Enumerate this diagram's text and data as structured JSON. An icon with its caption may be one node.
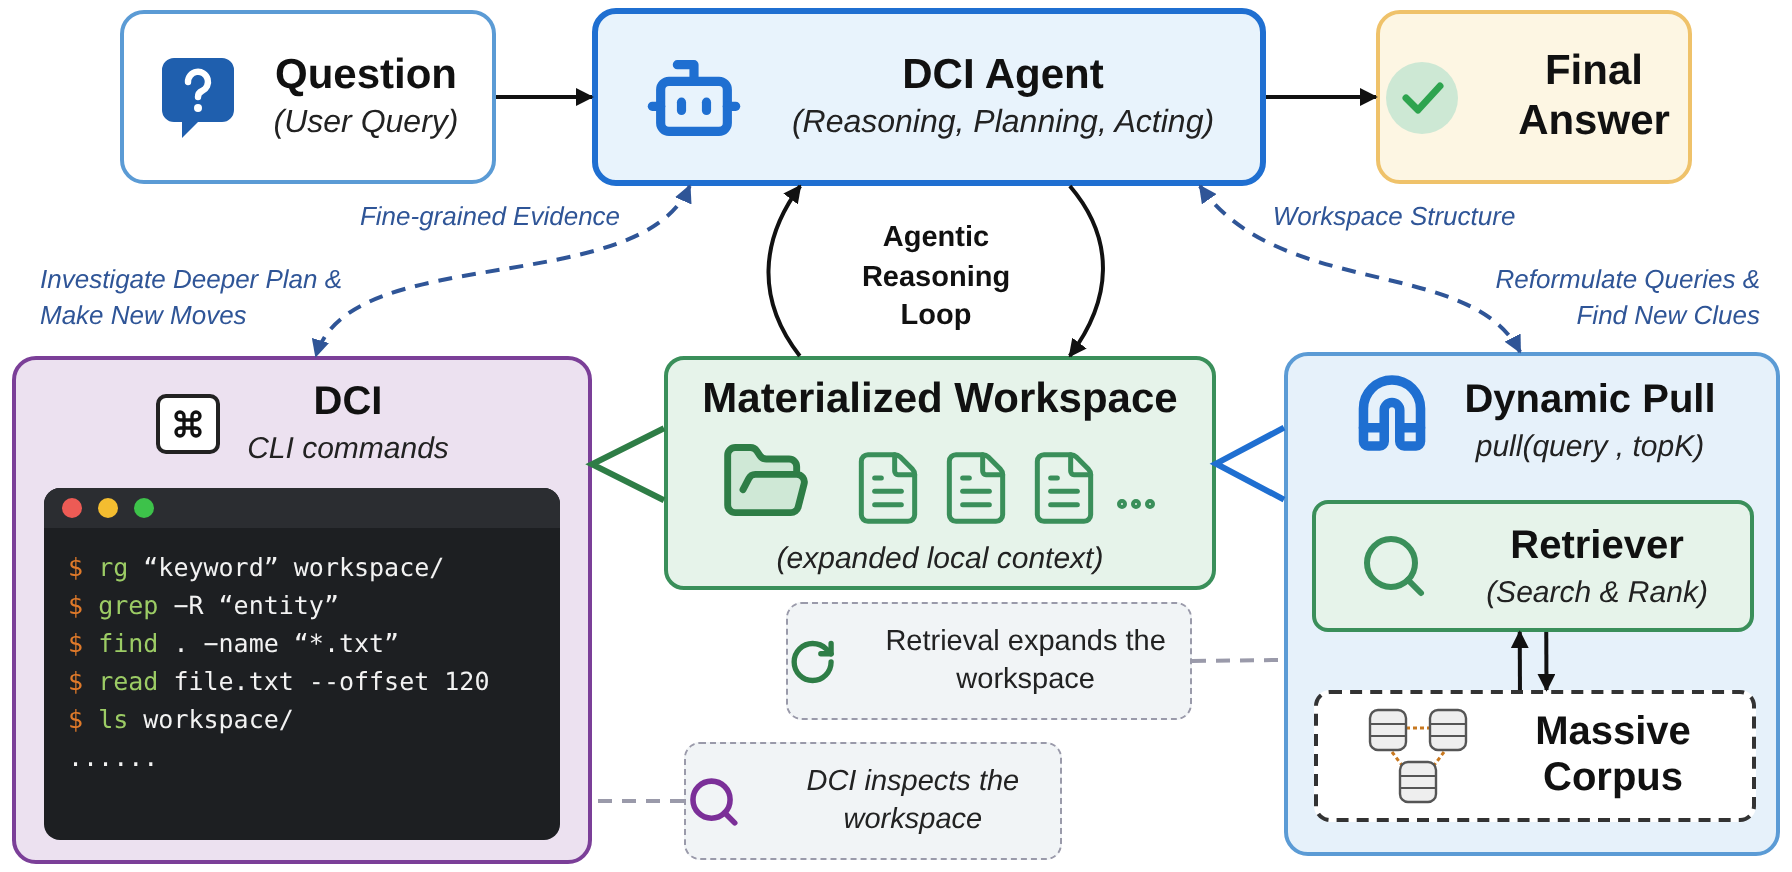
{
  "diagram": {
    "nodes": [
      {
        "text": [
          "Question",
          "(User Query)"
        ]
      },
      {
        "text": [
          "DCI Agent",
          "(Reasoning, Planning, Acting)"
        ]
      },
      {
        "text": [
          "Final Answer"
        ]
      },
      {
        "text": [
          "DCI",
          "CLI commands"
        ]
      },
      {
        "text": [
          "$ rg “keyword” workspace/",
          "$ grep −R “entity”",
          "$ find . −name “*.txt”",
          "$ read file.txt --offset 120",
          "$ ls workspace/",
          "......"
        ],
        "in": 3
      },
      {
        "text": [
          "Materialized Workspace",
          "(expanded local context)"
        ]
      },
      {
        "text": [
          "Dynamic Pull",
          "pull(query , topK)"
        ]
      },
      {
        "text": [
          "Retriever",
          "(Search & Rank)"
        ],
        "in": 6
      },
      {
        "text": [
          "Massive Corpus"
        ],
        "in": 6
      },
      {
        "text": [
          "Retrieval expands the workspace"
        ]
      },
      {
        "text": [
          "DCI inspects the workspace"
        ]
      }
    ],
    "edges": [
      {
        "from": 0,
        "to": 1,
        "arrow": "to"
      },
      {
        "from": 1,
        "to": 2,
        "arrow": "to"
      },
      {
        "from": 1,
        "to": 3,
        "arrow": "both",
        "style": "dashed",
        "color": "#2f5597",
        "label": "Fine-grained Evidence"
      },
      {
        "from": 1,
        "to": 6,
        "arrow": "both",
        "style": "dashed",
        "color": "#2f5597",
        "label": "Workspace Structure"
      },
      {
        "from": 5,
        "to": 3,
        "arrow": "to",
        "color": "#2e7d46"
      },
      {
        "from": 6,
        "to": 5,
        "arrow": "to",
        "color": "#1f6fd1"
      },
      {
        "from": 8,
        "to": 7,
        "arrow": "to"
      },
      {
        "from": 7,
        "to": 8,
        "arrow": "to"
      },
      {
        "from": 9,
        "to": 6,
        "arrow": "none",
        "style": "dashed",
        "color": "#9a9aaa"
      },
      {
        "from": 10,
        "to": 3,
        "arrow": "none",
        "style": "dashed",
        "color": "#9a9aaa"
      },
      {
        "from": 5,
        "to": 1,
        "arrow": "to"
      },
      {
        "from": 1,
        "to": 5,
        "arrow": "to"
      }
    ],
    "labels": [
      "Investigate Deeper Plan & Make New Moves",
      "Agentic Reasoning Loop",
      "Reformulate Queries & Find New Clues"
    ]
  }
}
